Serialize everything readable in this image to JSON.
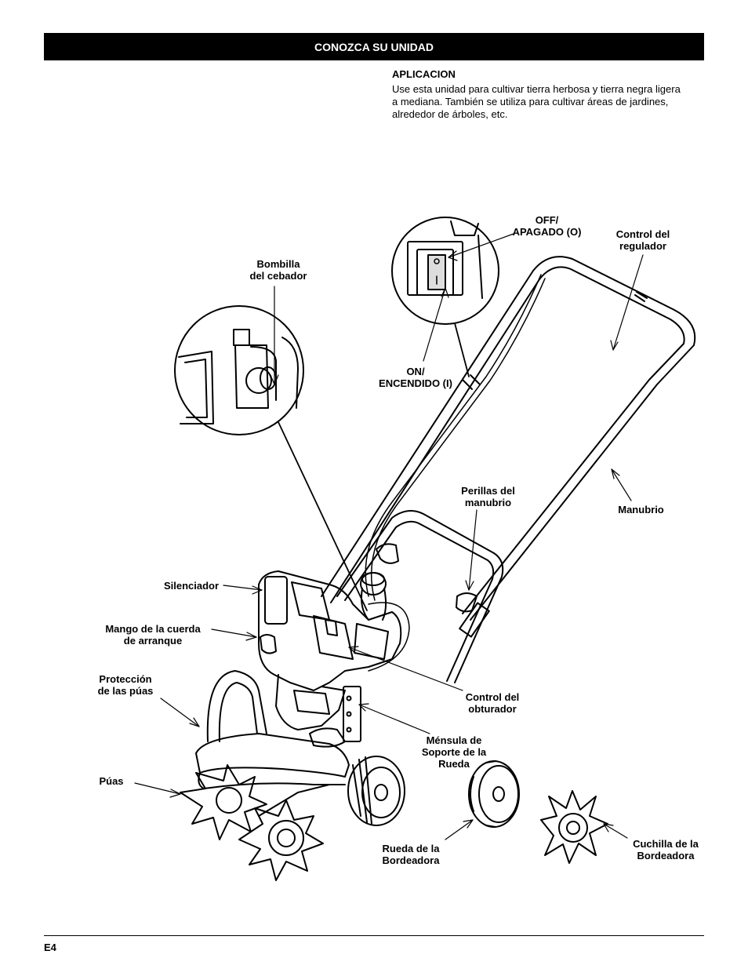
{
  "header": {
    "title": "CONOZCA SU UNIDAD"
  },
  "section": {
    "title": "APLICACION",
    "body": "Use esta unidad para cultivar tierra herbosa y tierra negra ligera a mediana. También se utiliza para cultivar áreas de jardines, alrededor de árboles, etc."
  },
  "labels": {
    "off": "OFF/\nAPAGADO (O)",
    "regulador": "Control del\nregulador",
    "bombilla": "Bombilla\ndel cebador",
    "on": "ON/\nENCENDIDO (I)",
    "perillas": "Perillas del\nmanubrio",
    "manubrio": "Manubrio",
    "silenciador": "Silenciador",
    "mango": "Mango de la cuerda\nde arranque",
    "proteccion": "Protección\nde las púas",
    "obturador": "Control del\nobturador",
    "mensula": "Ménsula de\nSoporte de la\nRueda",
    "puas": "Púas",
    "rueda": "Rueda de la\nBordeadora",
    "cuchilla": "Cuchilla de la\nBordeadora"
  },
  "footer": {
    "page": "E4"
  }
}
